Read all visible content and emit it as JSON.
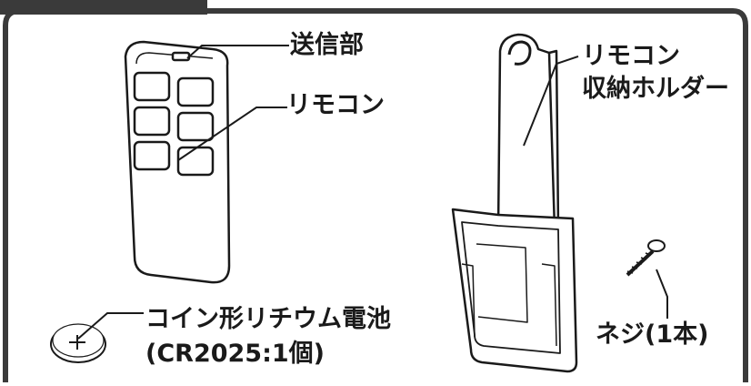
{
  "labels": {
    "transmitter": "送信部",
    "remote": "リモコン",
    "holder_line1": "リモコン",
    "holder_line2": "収納ホルダー",
    "battery_line1": "コイン形リチウム電池",
    "battery_line2": "(CR2025:1個)",
    "screw": "ネジ(1本)"
  },
  "colors": {
    "frame": "#3a3a3a",
    "line": "#1a1a1a",
    "text": "#1a1a1a",
    "fill": "#ffffff"
  }
}
